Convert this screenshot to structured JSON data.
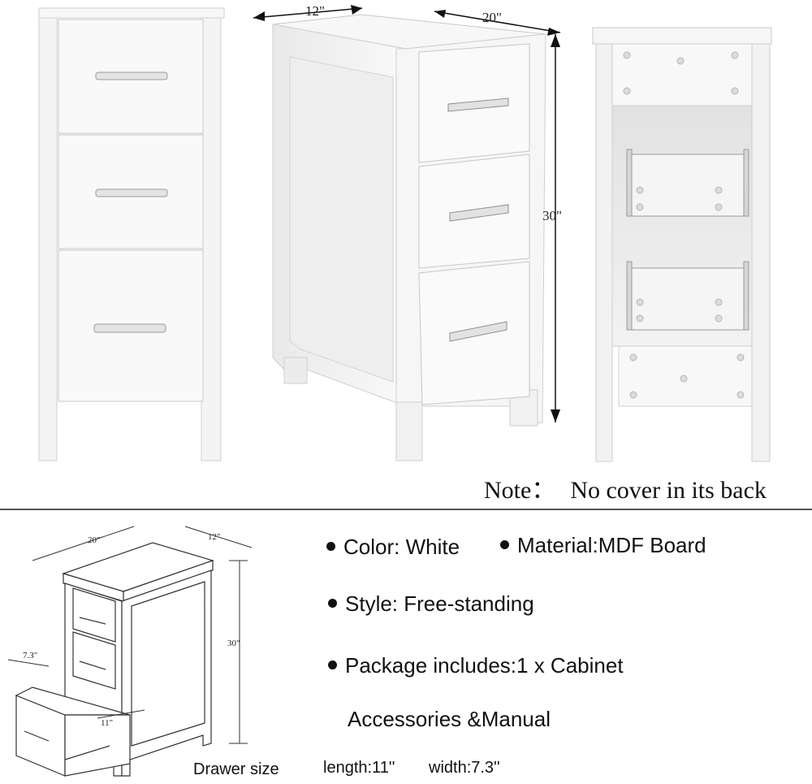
{
  "top_dims": {
    "depth": "12\"",
    "width": "20\"",
    "height": "30\""
  },
  "note": {
    "label": "Note：",
    "text": "No cover in its back"
  },
  "diagram_dims": {
    "width": "20\"",
    "depth": "12\"",
    "height": "30\"",
    "drawer_width": "7.3\"",
    "drawer_length": "11\""
  },
  "features": {
    "color": "Color: White",
    "material": "Material:MDF Board",
    "style": "Style: Free-standing",
    "package": "Package includes:1 x Cabinet",
    "accessories": "Accessories &Manual"
  },
  "drawer_size": {
    "label": "Drawer size",
    "length": "length:11''",
    "width": "width:7.3''"
  },
  "colors": {
    "cabinet": "#f7f7f7",
    "shadow": "#d8d8d8",
    "line": "#333333"
  }
}
